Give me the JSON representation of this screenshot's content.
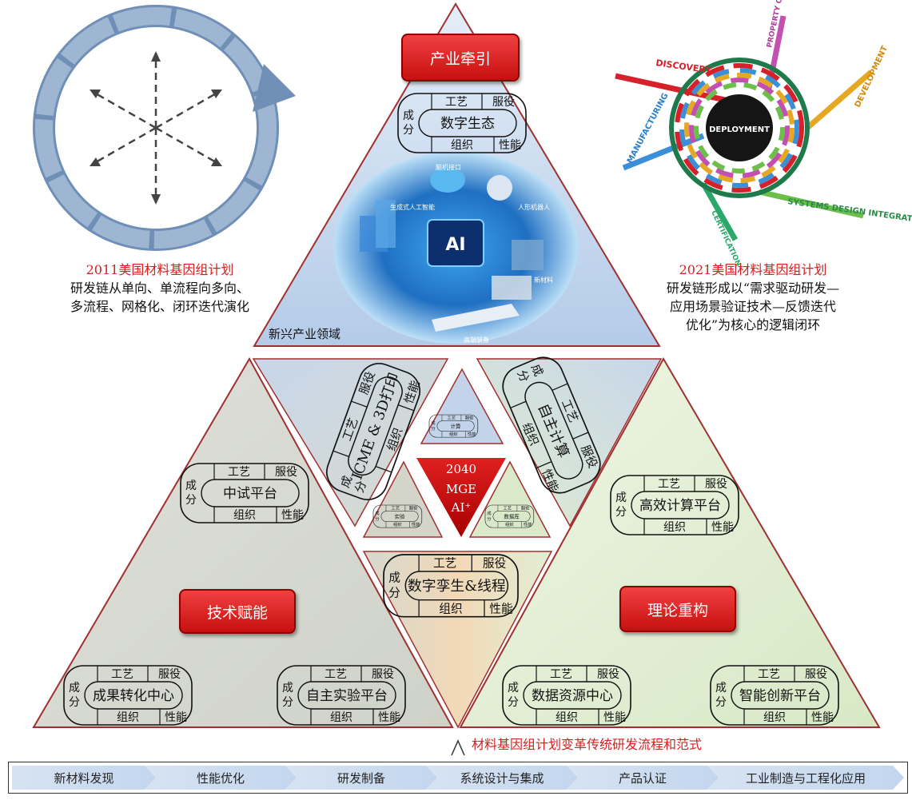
{
  "center": {
    "year": "2040",
    "line2": "MGE",
    "line3": "AI⁺"
  },
  "red_buttons": {
    "top": "产业牵引",
    "left": "技术赋能",
    "right": "理论重构"
  },
  "caption_left": {
    "title": "2011美国材料基因组计划",
    "line1": "研发链从单向、单流程向多向、",
    "line2": "多流程、网格化、闭环迭代演化"
  },
  "caption_right": {
    "title": "2021美国材料基因组计划",
    "line1": "研发链形成以“需求驱动研发—",
    "line2": "应用场景验证技术—反馈迭代",
    "line3": "优化”为核心的逻辑闭环"
  },
  "emerging_label": "新兴产业领域",
  "bottom_caption": "材料基因组计划变革传统研发流程和范式",
  "pill_labels": {
    "process": "工艺",
    "service": "服役",
    "composition": "成分",
    "structure": "组织",
    "performance": "性能"
  },
  "pills": {
    "digital_eco": "数字生态",
    "pilot": "中试平台",
    "hpc": "高效计算平台",
    "twin": "数字孪生&线程",
    "icme": "ICME & 3D打印",
    "autocalc": "自主计算",
    "calc": "计算",
    "experiment": "实验",
    "database": "数据库",
    "transfer": "成果转化中心",
    "autolab": "自主实验平台",
    "datacenter": "数据资源中心",
    "innovation": "智能创新平台"
  },
  "ai_image_labels": {
    "brain": "脑机接口",
    "robot": "人形机器人",
    "ai": "AI",
    "gen_ai": "生成式人工智能",
    "material": "新材料",
    "hsr": "高端装备"
  },
  "loop_labels": {
    "discovery": "DISCOVERY",
    "property": "PROPERTY OPTIMIZATION",
    "development": "DEVELOPMENT",
    "manufacturing": "MANUFACTURING",
    "deployment": "DEPLOYMENT",
    "systems": "SYSTEMS DESIGN INTEGRATION",
    "certification": "CERTIFICATION"
  },
  "process_chain": [
    "新材料发现",
    "性能优化",
    "研发制备",
    "系统设计与集成",
    "产品认证",
    "工业制造与工程化应用"
  ],
  "colors": {
    "red": "#d42020",
    "border_red": "#8a0000",
    "blue_tri": "#bcd0ea",
    "grey_tri": "#d6d8d0",
    "green_tri": "#e3efd6"
  }
}
